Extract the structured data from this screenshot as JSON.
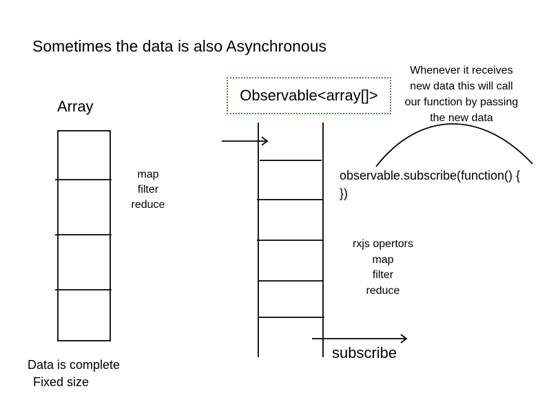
{
  "title": "Sometimes the data is also Asynchronous",
  "array": {
    "label": "Array",
    "operators": [
      "map",
      "filter",
      "reduce"
    ],
    "footer": [
      "Data is complete",
      "Fixed size"
    ]
  },
  "observable": {
    "label": "Observable<array[]>",
    "note": [
      "Whenever it receives",
      "new data this will call",
      "our function by passing",
      "the new data"
    ],
    "subscribe_code": [
      "observable.subscribe(function() {",
      "})"
    ],
    "operators": [
      "rxjs opertors",
      "map",
      "filter",
      "reduce"
    ],
    "subscribe_label": "subscribe"
  }
}
